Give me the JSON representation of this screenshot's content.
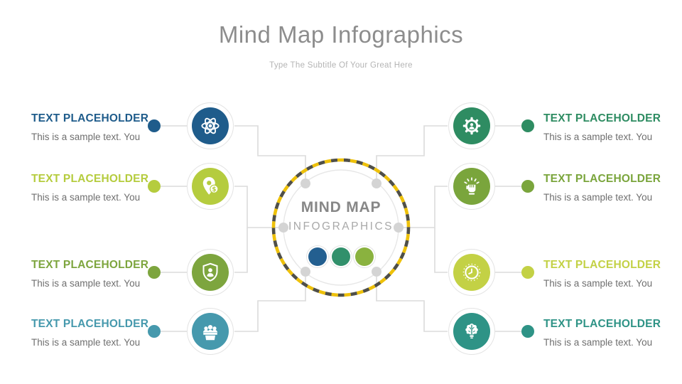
{
  "slide": {
    "title": "Mind Map Infographics",
    "subtitle": "Type The Subtitle Of Your Great Here"
  },
  "center": {
    "title": "MIND MAP",
    "subtitle": "INFOGRAPHICS",
    "ring_yellow": "#eec10a",
    "ring_dark": "#4f4f48",
    "inner_ring_color": "#e7e7e7",
    "connector_color": "#dbdbdb",
    "node_dot_color": "#d4d4d4",
    "dots": [
      {
        "color": "#235f90"
      },
      {
        "color": "#31906b"
      },
      {
        "color": "#8ab23f"
      }
    ]
  },
  "items_left": [
    {
      "heading": "TEXT PLACEHOLDER",
      "body": "This is a sample text. You",
      "color": "#1f5c8b",
      "icon": "atom-icon"
    },
    {
      "heading": "TEXT PLACEHOLDER",
      "body": "This is a sample text. You",
      "color": "#b5cc3e",
      "icon": "money-location-icon"
    },
    {
      "heading": "TEXT PLACEHOLDER",
      "body": "This is a sample text. You",
      "color": "#7da53e",
      "icon": "shield-user-icon"
    },
    {
      "heading": "TEXT PLACEHOLDER",
      "body": "This is a sample text. You",
      "color": "#4699ad",
      "icon": "meeting-icon"
    }
  ],
  "items_right": [
    {
      "heading": "TEXT PLACEHOLDER",
      "body": "This is a sample text. You",
      "color": "#2e8c62",
      "icon": "gear-user-icon"
    },
    {
      "heading": "TEXT PLACEHOLDER",
      "body": "This is a sample text. You",
      "color": "#7aa53c",
      "icon": "fist-power-icon"
    },
    {
      "heading": "TEXT PLACEHOLDER",
      "body": "This is a sample text. You",
      "color": "#c3d145",
      "icon": "clock-icon"
    },
    {
      "heading": "TEXT PLACEHOLDER",
      "body": "This is a sample text. You",
      "color": "#2e9386",
      "icon": "brain-idea-icon"
    }
  ]
}
